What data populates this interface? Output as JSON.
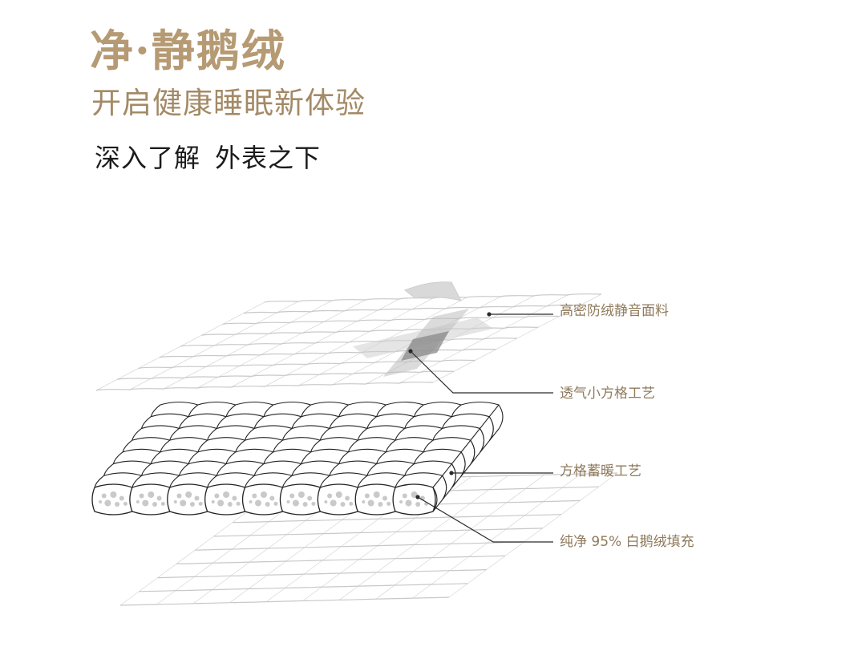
{
  "header": {
    "title": "净·静鹅绒",
    "subtitle": "开启健康睡眠新体验",
    "heading_left": "深入了解",
    "heading_right": "外表之下"
  },
  "callouts": [
    {
      "id": "fabric",
      "label": "高密防绒静音面料"
    },
    {
      "id": "grid",
      "label": "透气小方格工艺"
    },
    {
      "id": "warm",
      "label": "方格蓄暖工艺"
    },
    {
      "id": "fill",
      "label": "纯净 95% 白鹅绒填充"
    }
  ],
  "colors": {
    "gold_title": "#b59a73",
    "gold_text": "#8f7a5c",
    "line": "#2a2a2a",
    "quilt_light": "#c8c8c8",
    "quilt_dark": "#222222"
  }
}
